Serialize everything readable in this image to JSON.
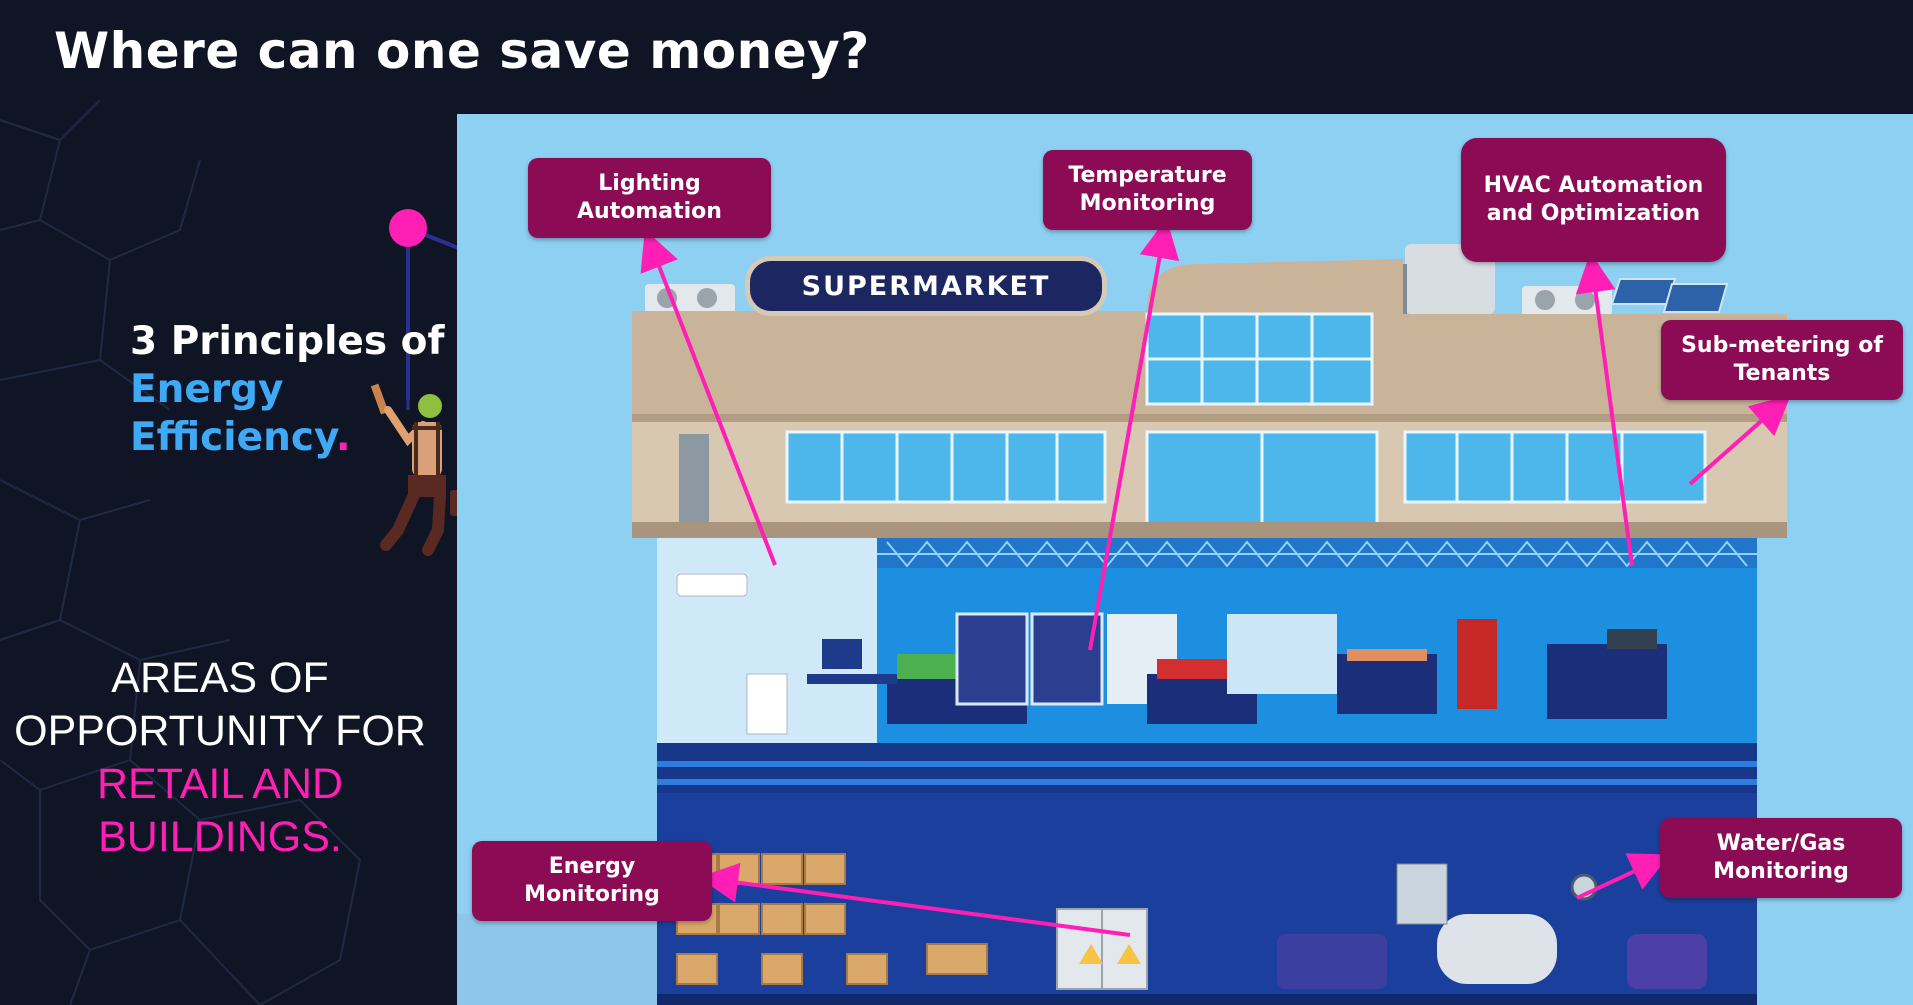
{
  "slide": {
    "title": "Where can one save money?"
  },
  "principles": {
    "line1": "3 Principles of",
    "line2": "Energy",
    "line3": "Efficiency",
    "dot": "."
  },
  "areas": {
    "line1": "AREAS OF",
    "line2": "OPPORTUNITY FOR",
    "line3": "RETAIL AND",
    "line4": "BUILDINGS."
  },
  "scene": {
    "store_sign": "SUPERMARKET"
  },
  "callouts": {
    "lighting": {
      "line1": "Lighting",
      "line2": "Automation"
    },
    "temperature": {
      "line1": "Temperature",
      "line2": "Monitoring"
    },
    "hvac": {
      "line1": "HVAC Automation",
      "line2": "and Optimization"
    },
    "submetering": {
      "line1": "Sub-metering of",
      "line2": "Tenants"
    },
    "energy": {
      "line1": "Energy",
      "line2": "Monitoring"
    },
    "water_gas": {
      "line1": "Water/Gas",
      "line2": "Monitoring"
    }
  },
  "colors": {
    "background": "#0f1524",
    "callout": "#8b0c55",
    "accent_pink": "#ff1fb4",
    "accent_blue": "#3fa9f5"
  }
}
